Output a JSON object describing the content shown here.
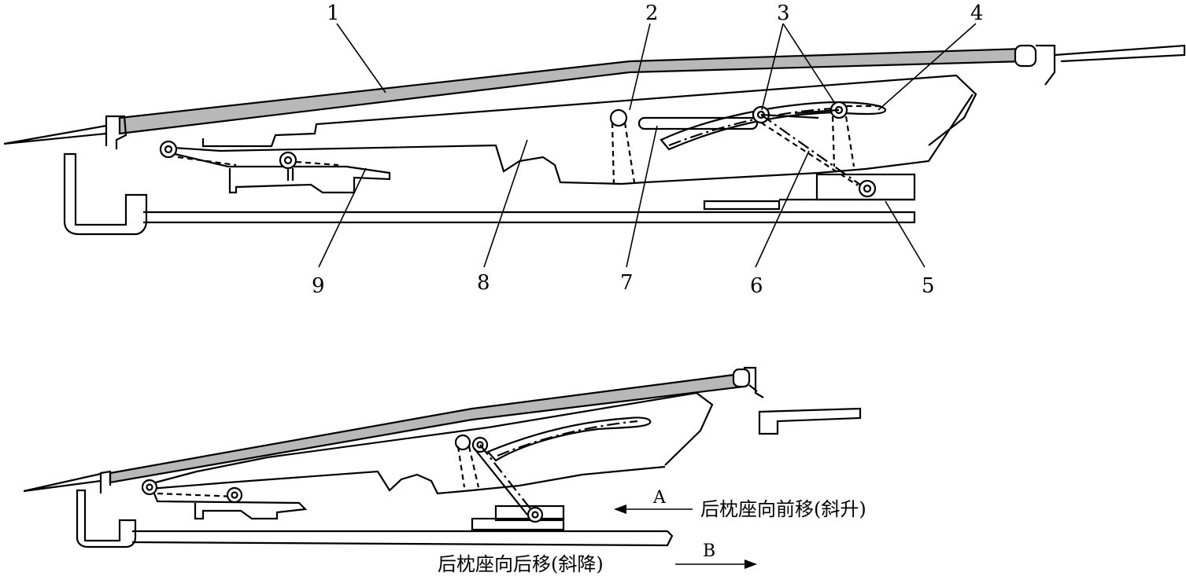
{
  "callouts": {
    "n1": "1",
    "n2": "2",
    "n3": "3",
    "n4": "4",
    "n5": "5",
    "n6": "6",
    "n7": "7",
    "n8": "8",
    "n9": "9"
  },
  "arrows": {
    "a_letter": "A",
    "a_text": "后枕座向前移(斜升)",
    "b_letter": "B",
    "b_text": "后枕座向后移(斜降)"
  }
}
